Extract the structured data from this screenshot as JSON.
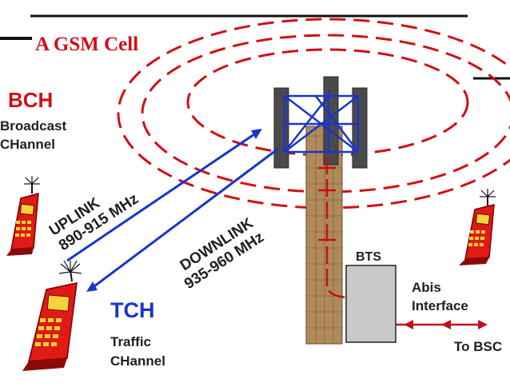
{
  "title": "A GSM Cell",
  "bch": {
    "abbr": "BCH",
    "line1": "Broadcast",
    "line2": "CHannel"
  },
  "uplink": {
    "label": "UPLINK",
    "freq": "890-915 MHz"
  },
  "downlink": {
    "label": "DOWNLINK",
    "freq": "935-960 MHz"
  },
  "tch": {
    "abbr": "TCH",
    "line1": "Traffic",
    "line2": "CHannel"
  },
  "bts": {
    "label": "BTS"
  },
  "abis": {
    "line1": "Abis",
    "line2": "Interface"
  },
  "bsc": {
    "label": "To BSC"
  },
  "colors": {
    "red": "#d10f16",
    "blue": "#1a35c9",
    "tower": "#b08a5a",
    "bts_box": "#c9c9c9",
    "phone": "#e01a14"
  }
}
